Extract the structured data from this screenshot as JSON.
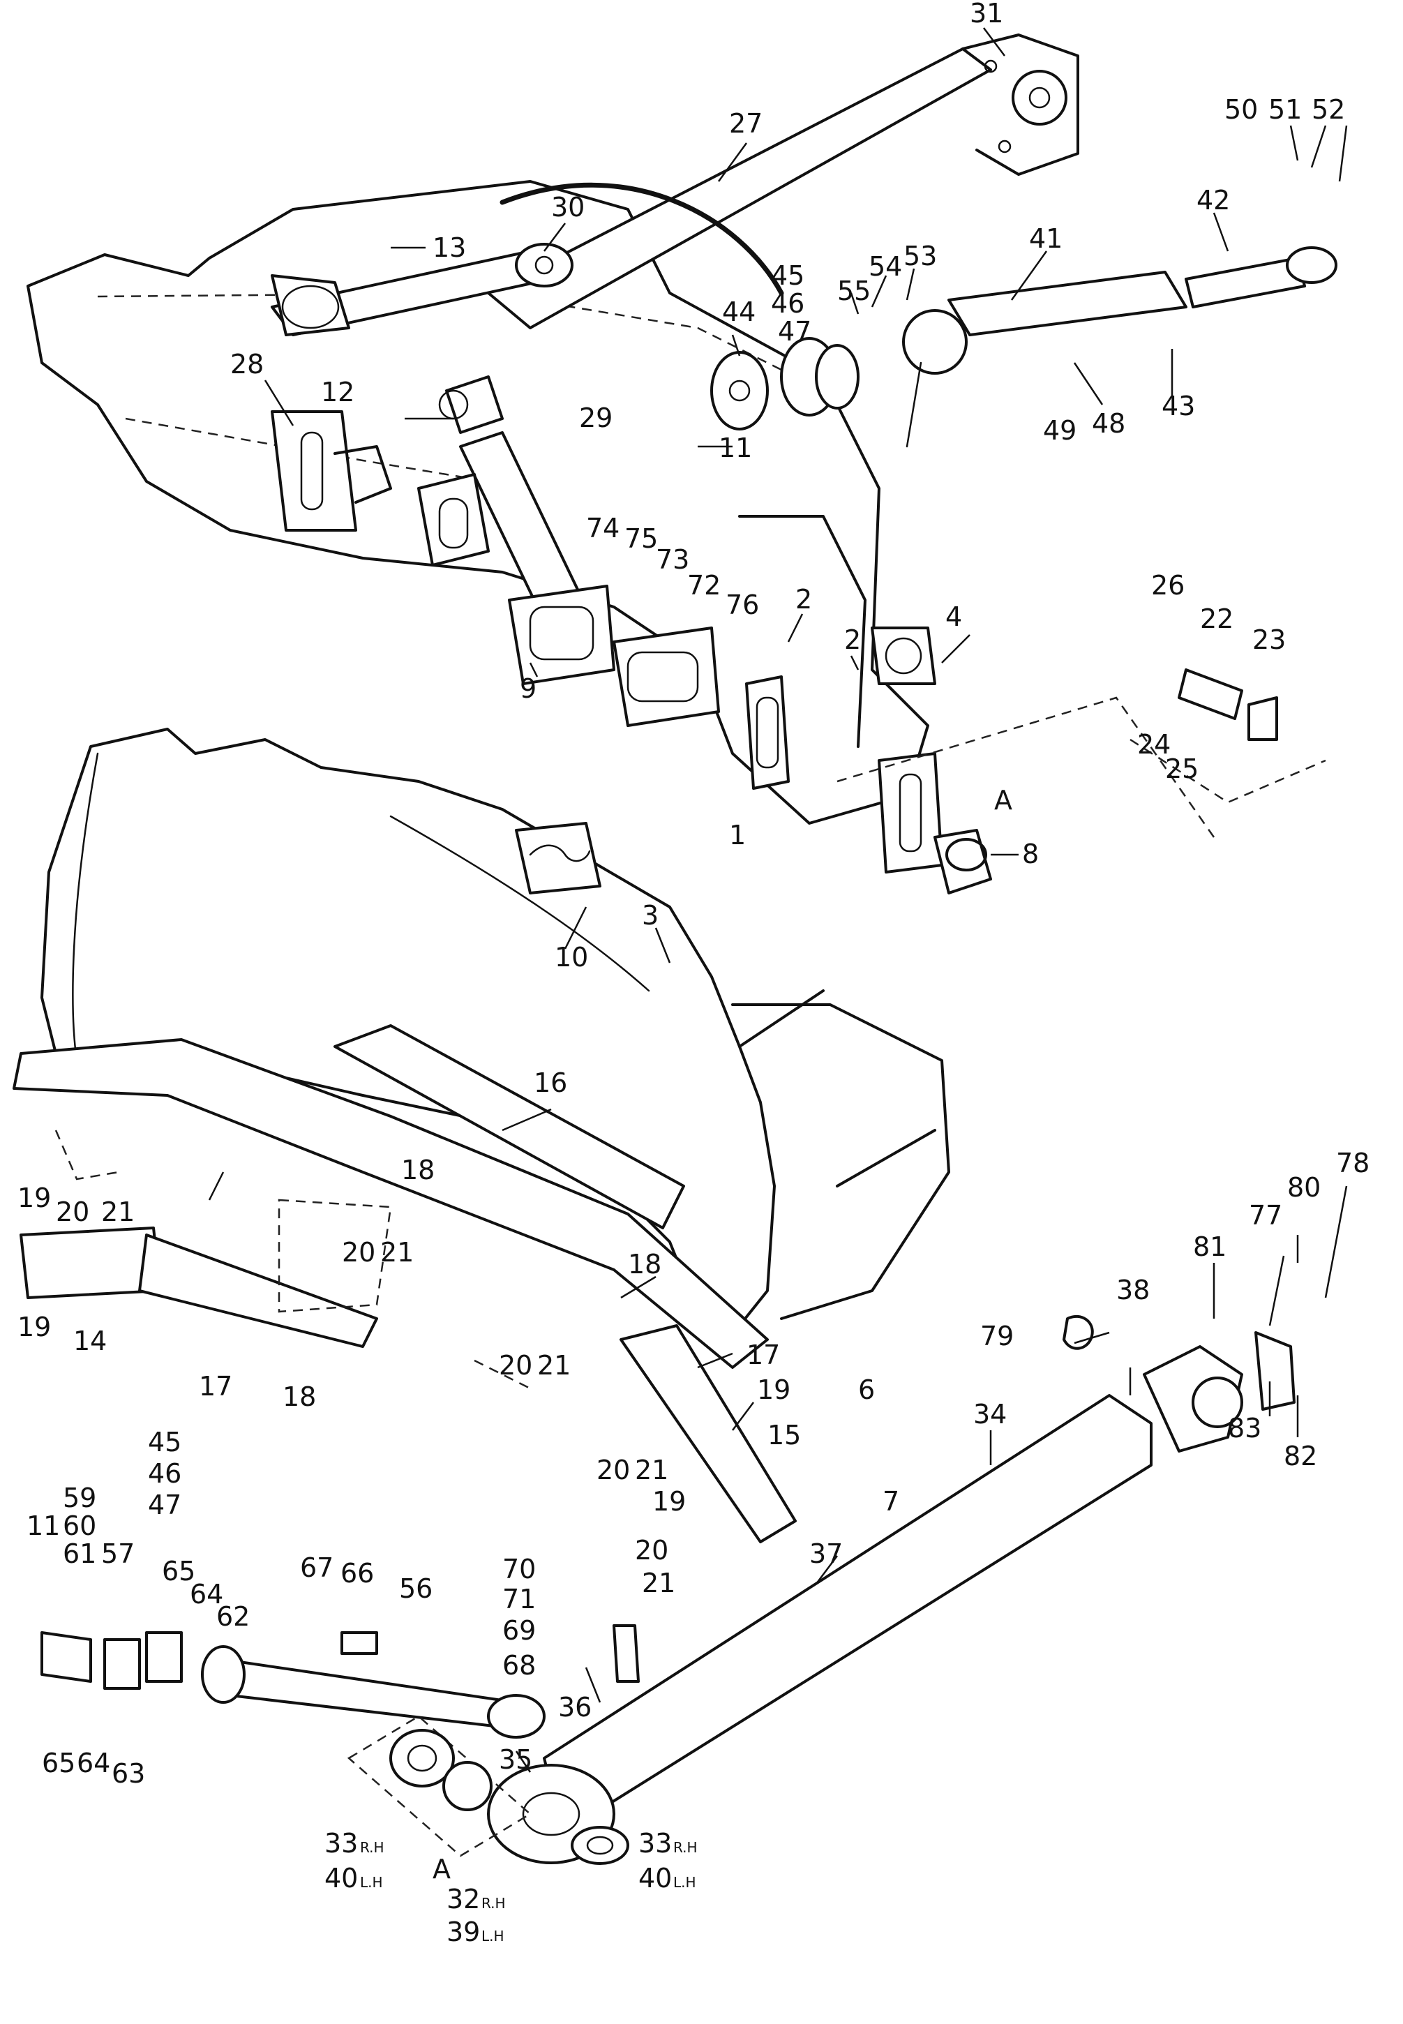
{
  "diagram": {
    "parts": {
      "p1": "1",
      "p2": "2",
      "p3": "3",
      "p4": "4",
      "p6": "6",
      "p7": "7",
      "p8": "8",
      "p9": "9",
      "p10": "10",
      "p11": "11",
      "p12": "12",
      "p13": "13",
      "p14": "14",
      "p15": "15",
      "p16": "16",
      "p17": "17",
      "p18": "18",
      "p19": "19",
      "p20": "20",
      "p21": "21",
      "p22": "22",
      "p23": "23",
      "p24": "24",
      "p25": "25",
      "p26": "26",
      "p27": "27",
      "p28": "28",
      "p29": "29",
      "p30": "30",
      "p31": "31",
      "p32": "32",
      "p33": "33",
      "p34": "34",
      "p35": "35",
      "p36": "36",
      "p37": "37",
      "p38": "38",
      "p39": "39",
      "p40": "40",
      "p41": "41",
      "p42": "42",
      "p43": "43",
      "p44": "44",
      "p45": "45",
      "p46": "46",
      "p47": "47",
      "p48": "48",
      "p49": "49",
      "p50": "50",
      "p51": "51",
      "p52": "52",
      "p53": "53",
      "p54": "54",
      "p55": "55",
      "p56": "56",
      "p57": "57",
      "p59": "59",
      "p60": "60",
      "p61": "61",
      "p62": "62",
      "p63": "63",
      "p64": "64",
      "p65": "65",
      "p66": "66",
      "p67": "67",
      "p68": "68",
      "p69": "69",
      "p70": "70",
      "p71": "71",
      "p72": "72",
      "p73": "73",
      "p74": "74",
      "p75": "75",
      "p76": "76",
      "p77": "77",
      "p78": "78",
      "p79": "79",
      "p80": "80",
      "p81": "81",
      "p82": "82",
      "p83": "83"
    },
    "view_marker": "A",
    "side_rh": "R.H",
    "side_lh": "L.H"
  }
}
